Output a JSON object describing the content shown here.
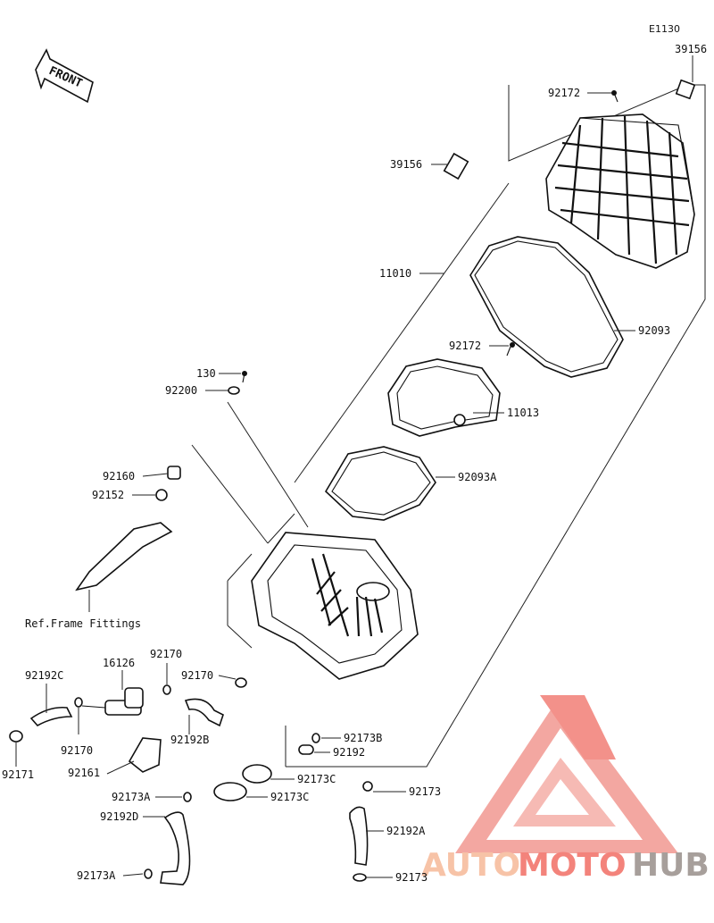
{
  "diagram_code": "E1130",
  "front_label": "FRONT",
  "ref_note": "Ref.Frame Fittings",
  "parts": {
    "p39156_top": "39156",
    "p92172_top": "92172",
    "p39156_mid": "39156",
    "p11010": "11010",
    "p92093": "92093",
    "p92172_mid": "92172",
    "p11013": "11013",
    "p130": "130",
    "p92200": "92200",
    "p92093A": "92093A",
    "p92160": "92160",
    "p92152": "92152",
    "p92170_a": "92170",
    "p92170_b": "92170",
    "p16126": "16126",
    "p92192C": "92192C",
    "p92170_c": "92170",
    "p92192B": "92192B",
    "p92171": "92171",
    "p92161": "92161",
    "p92173B": "92173B",
    "p92192": "92192",
    "p92173C_a": "92173C",
    "p92173C_b": "92173C",
    "p92173A_a": "92173A",
    "p92173": "92173",
    "p92192D": "92192D",
    "p92192A": "92192A",
    "p92173A_b": "92173A",
    "p92173_b": "92173"
  },
  "watermark": {
    "auto": "AUTO",
    "moto": "MOTO",
    "hub": "HUB",
    "color_light": "#f5b08a",
    "color_red": "#ef5a50",
    "color_dark": "#8a7f7a"
  }
}
